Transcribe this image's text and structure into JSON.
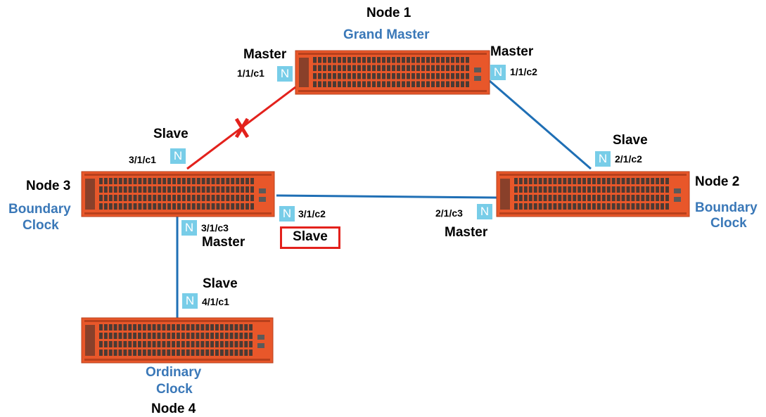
{
  "colors": {
    "router_body": "#e8572a",
    "router_border": "#b8401c",
    "port_dark": "#4a3a34",
    "link_active": "#1f6fb5",
    "link_failed": "#e3211c",
    "role_text": "#3a78b8",
    "badge": "#78cde8"
  },
  "nodes": {
    "node1": {
      "name": "Node 1",
      "role": "Grand Master"
    },
    "node2": {
      "name": "Node 2",
      "role_line1": "Boundary",
      "role_line2": "Clock"
    },
    "node3": {
      "name": "Node 3",
      "role_line1": "Boundary",
      "role_line2": "Clock"
    },
    "node4": {
      "name": "Node 4",
      "role_line1": "Ordinary",
      "role_line2": "Clock"
    }
  },
  "ports": {
    "n1_left": {
      "id": "1/1/c1",
      "state": "Master",
      "icon": "N"
    },
    "n1_right": {
      "id": "1/1/c2",
      "state": "Master",
      "icon": "N"
    },
    "n2_top": {
      "id": "2/1/c2",
      "state": "Slave",
      "icon": "N"
    },
    "n2_left": {
      "id": "2/1/c3",
      "state": "Master",
      "icon": "N"
    },
    "n3_top": {
      "id": "3/1/c1",
      "state": "Slave",
      "icon": "N"
    },
    "n3_right": {
      "id": "3/1/c2",
      "state": "Slave",
      "icon": "N"
    },
    "n3_bottom": {
      "id": "3/1/c3",
      "state": "Master",
      "icon": "N"
    },
    "n4_top": {
      "id": "4/1/c1",
      "state": "Slave",
      "icon": "N"
    }
  },
  "links": [
    {
      "from": "1/1/c1",
      "to": "3/1/c1",
      "status": "failed"
    },
    {
      "from": "1/1/c2",
      "to": "2/1/c2",
      "status": "active"
    },
    {
      "from": "3/1/c2",
      "to": "2/1/c3",
      "status": "active"
    },
    {
      "from": "3/1/c3",
      "to": "4/1/c1",
      "status": "active"
    }
  ]
}
